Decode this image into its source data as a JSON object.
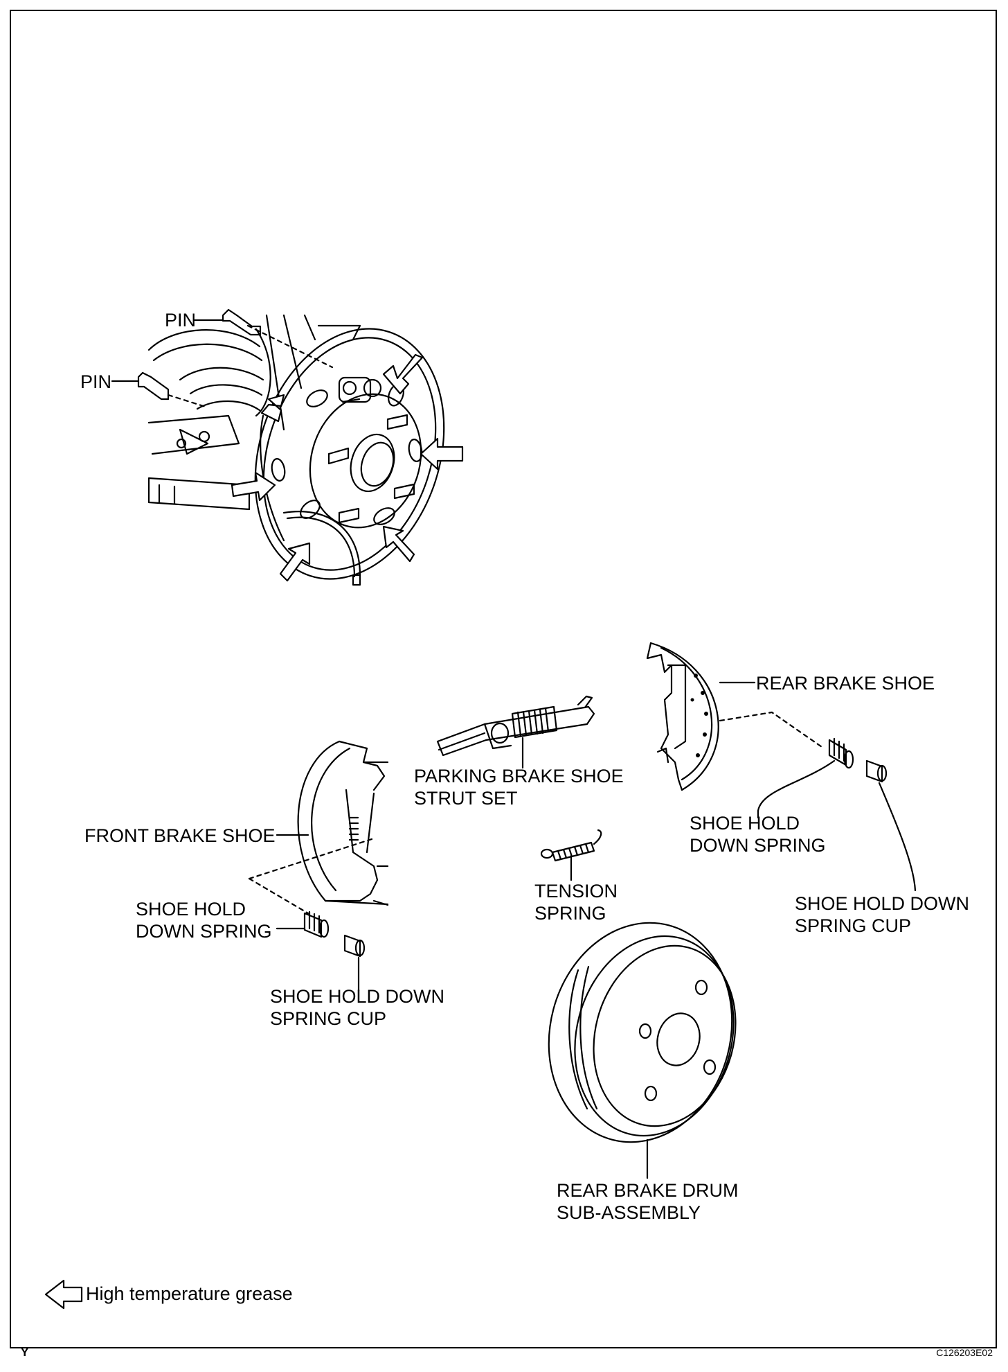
{
  "labels": {
    "pin_top": "PIN",
    "pin_left": "PIN",
    "rear_brake_shoe": "REAR BRAKE SHOE",
    "parking_strut_1": "PARKING BRAKE SHOE",
    "parking_strut_2": "STRUT SET",
    "front_brake_shoe": "FRONT BRAKE SHOE",
    "shoe_spring_right_1": "SHOE HOLD",
    "shoe_spring_right_2": "DOWN SPRING",
    "tension_1": "TENSION",
    "tension_2": "SPRING",
    "cup_right_1": "SHOE HOLD DOWN",
    "cup_right_2": "SPRING CUP",
    "shoe_spring_left_1": "SHOE HOLD",
    "shoe_spring_left_2": "DOWN SPRING",
    "cup_left_1": "SHOE HOLD DOWN",
    "cup_left_2": "SPRING CUP",
    "drum_1": "REAR BRAKE DRUM",
    "drum_2": "SUB-ASSEMBLY"
  },
  "legend": {
    "text": "High temperature grease",
    "icon": "outline-arrow-left-icon"
  },
  "corner_mark": "Y",
  "figure_code": "C126203E02"
}
